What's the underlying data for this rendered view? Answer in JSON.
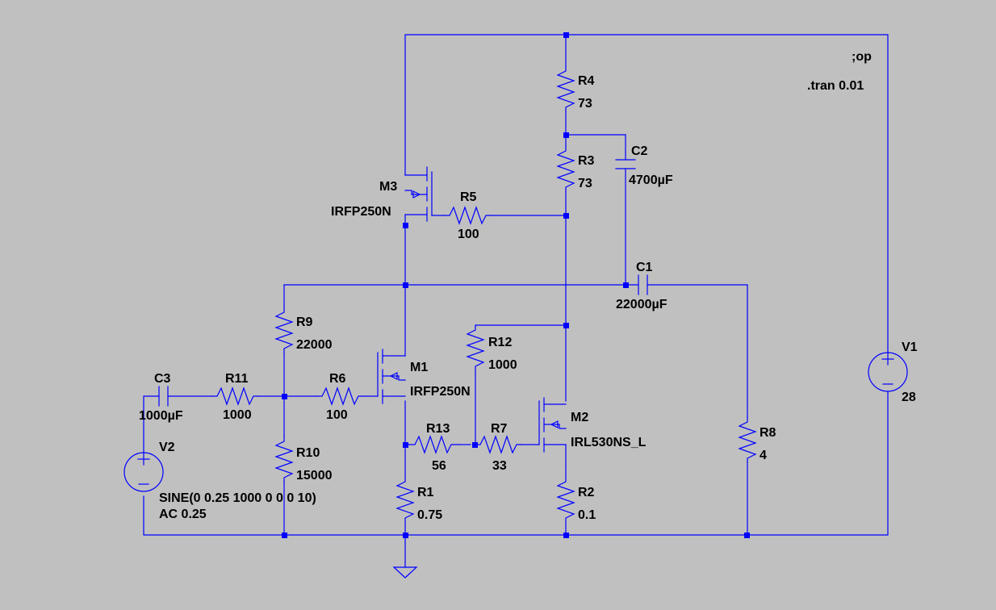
{
  "colors": {
    "background": "#c0c0c0",
    "wire": "#0000ff",
    "text": "#000000"
  },
  "directives": {
    "op": ";op",
    "tran": ".tran 0.01"
  },
  "components": {
    "R1": {
      "ref": "R1",
      "value": "0.75"
    },
    "R2": {
      "ref": "R2",
      "value": "0.1"
    },
    "R3": {
      "ref": "R3",
      "value": "73"
    },
    "R4": {
      "ref": "R4",
      "value": "73"
    },
    "R5": {
      "ref": "R5",
      "value": "100"
    },
    "R6": {
      "ref": "R6",
      "value": "100"
    },
    "R7": {
      "ref": "R7",
      "value": "33"
    },
    "R8": {
      "ref": "R8",
      "value": "4"
    },
    "R9": {
      "ref": "R9",
      "value": "22000"
    },
    "R10": {
      "ref": "R10",
      "value": "15000"
    },
    "R11": {
      "ref": "R11",
      "value": "1000"
    },
    "R12": {
      "ref": "R12",
      "value": "1000"
    },
    "R13": {
      "ref": "R13",
      "value": "56"
    },
    "C1": {
      "ref": "C1",
      "value": "22000µF"
    },
    "C2": {
      "ref": "C2",
      "value": "4700µF"
    },
    "C3": {
      "ref": "C3",
      "value": "1000µF"
    },
    "M1": {
      "ref": "M1",
      "value": "IRFP250N"
    },
    "M2": {
      "ref": "M2",
      "value": "IRL530NS_L"
    },
    "M3": {
      "ref": "M3",
      "value": "IRFP250N"
    },
    "V1": {
      "ref": "V1",
      "value": "28"
    },
    "V2": {
      "ref": "V2",
      "value": "SINE(0 0.25 1000 0 0 0 10)",
      "ac": "AC 0.25"
    }
  }
}
